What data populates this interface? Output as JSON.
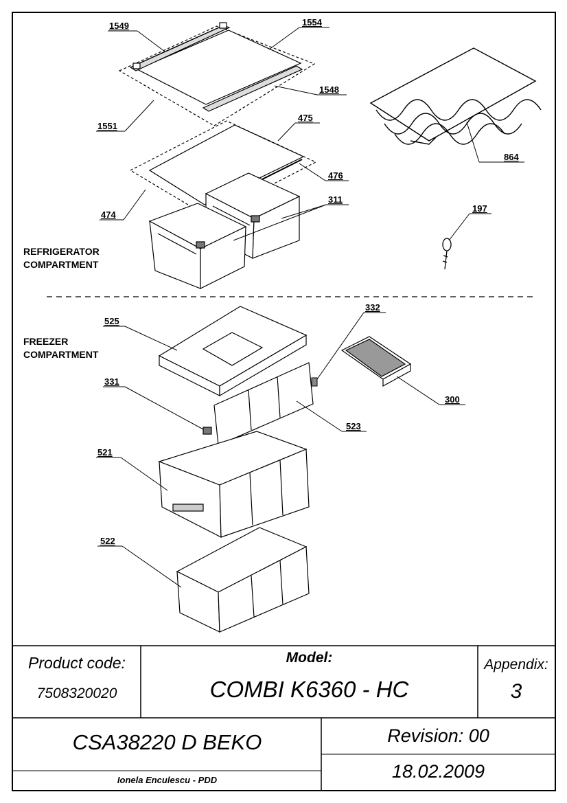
{
  "labels": {
    "l1549": "1549",
    "l1554": "1554",
    "l1548": "1548",
    "l1551": "1551",
    "l475": "475",
    "l476": "476",
    "l474": "474",
    "l311": "311",
    "l864": "864",
    "l197": "197",
    "l525": "525",
    "l332": "332",
    "l331": "331",
    "l300": "300",
    "l523": "523",
    "l521": "521",
    "l522": "522"
  },
  "sections": {
    "refrigerator_line1": "REFRIGERATOR",
    "refrigerator_line2": "COMPARTMENT",
    "freezer_line1": "FREEZER",
    "freezer_line2": "COMPARTMENT"
  },
  "title_block": {
    "product_code_label": "Product code:",
    "product_code": "7508320020",
    "model_label": "Model:",
    "model": "COMBI K6360 - HC",
    "appendix_label": "Appendix:",
    "appendix": "3",
    "document": "CSA38220 D BEKO",
    "revision": "Revision: 00",
    "author": "Ionela Enculescu - PDD",
    "date": "18.02.2009"
  }
}
